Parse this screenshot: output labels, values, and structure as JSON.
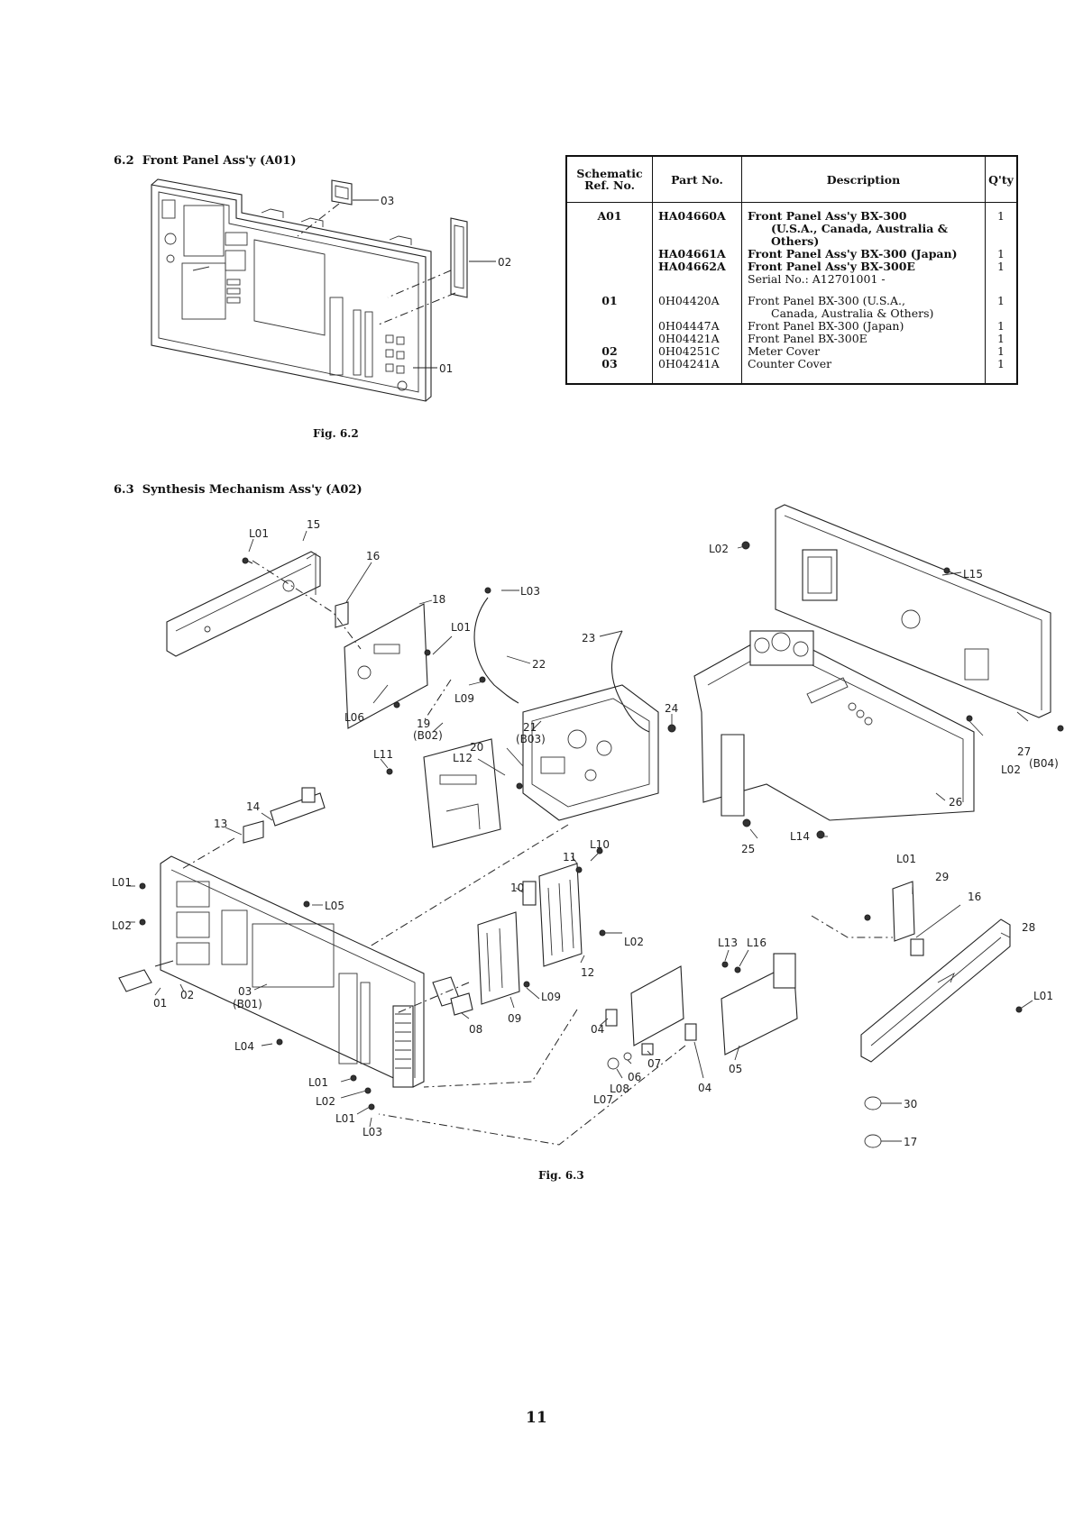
{
  "section_62": {
    "number": "6.2",
    "title": "Front Panel Ass'y (A01)"
  },
  "section_63": {
    "number": "6.3",
    "title": "Synthesis Mechanism Ass'y (A02)"
  },
  "fig_62_caption": "Fig. 6.2",
  "fig_63_caption": "Fig. 6.3",
  "page_number": "11",
  "table": {
    "headers": {
      "ref": "Schematic Ref. No.",
      "part": "Part No.",
      "desc": "Description",
      "qty": "Q'ty"
    },
    "rows": [
      {
        "ref": "A01",
        "part": "HA04660A",
        "desc": [
          "Front Panel Ass'y BX-300",
          "(U.S.A., Canada, Australia &",
          "Others)"
        ],
        "qty": "1"
      },
      {
        "ref": "",
        "part": "HA04661A",
        "desc": [
          "Front Panel Ass'y BX-300 (Japan)"
        ],
        "qty": "1"
      },
      {
        "ref": "",
        "part": "HA04662A",
        "desc": [
          "Front Panel Ass'y BX-300E"
        ],
        "qty": "1"
      },
      {
        "ref": "",
        "part": "",
        "desc": [
          "Serial No.: A12701001 -"
        ],
        "qty": ""
      },
      {
        "ref": "01",
        "part": "0H04420A",
        "desc": [
          "Front Panel BX-300 (U.S.A.,",
          "Canada, Australia & Others)"
        ],
        "qty": "1"
      },
      {
        "ref": "",
        "part": "0H04447A",
        "desc": [
          "Front Panel BX-300 (Japan)"
        ],
        "qty": "1"
      },
      {
        "ref": "",
        "part": "0H04421A",
        "desc": [
          "Front Panel BX-300E"
        ],
        "qty": "1"
      },
      {
        "ref": "02",
        "part": "0H04251C",
        "desc": [
          "Meter Cover"
        ],
        "qty": "1"
      },
      {
        "ref": "03",
        "part": "0H04241A",
        "desc": [
          "Counter Cover"
        ],
        "qty": "1"
      }
    ]
  },
  "fig62_callouts": [
    "03",
    "02",
    "01"
  ],
  "fig63_callouts": [
    "L01",
    "15",
    "16",
    "18",
    "L01",
    "L03",
    "22",
    "23",
    "L09",
    "L06",
    "19",
    "(B02)",
    "21",
    "(B03)",
    "20",
    "L12",
    "L11",
    "24",
    "L02",
    "L15",
    "27",
    "(B04)",
    "L02",
    "26",
    "25",
    "L14",
    "14",
    "13",
    "L01",
    "L02",
    "L05",
    "01",
    "02",
    "03",
    "(B01)",
    "L04",
    "L01",
    "L02",
    "L01",
    "L03",
    "11",
    "L10",
    "10",
    "L02",
    "12",
    "L09",
    "09",
    "08",
    "04",
    "07",
    "06",
    "L08",
    "L07",
    "L13",
    "L16",
    "04",
    "05",
    "L01",
    "29",
    "16",
    "28",
    "L01",
    "30",
    "17"
  ]
}
